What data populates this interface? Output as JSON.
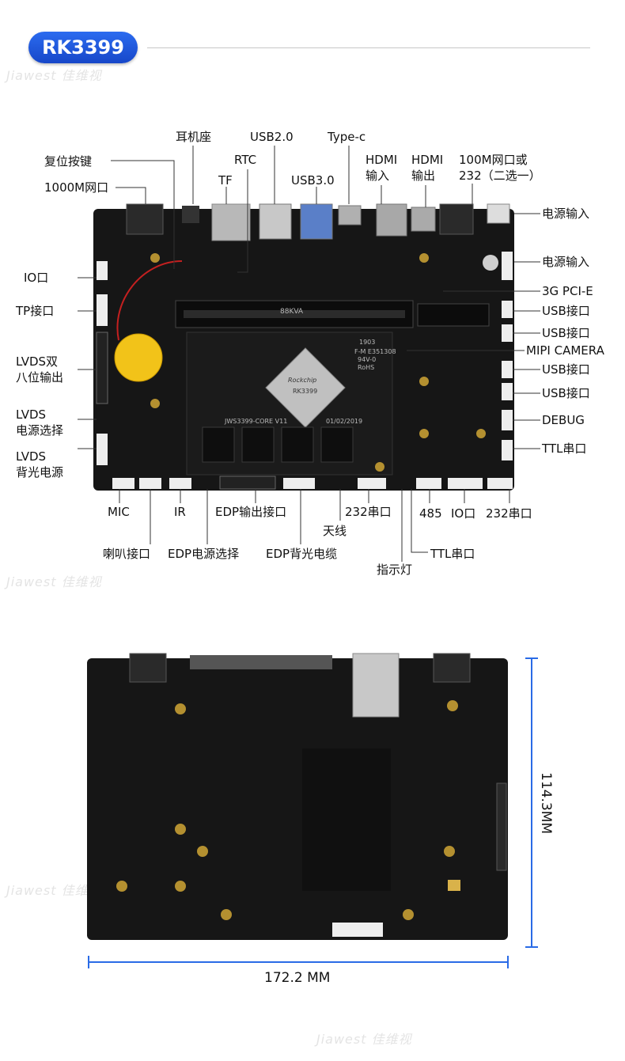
{
  "title": "RK3399",
  "watermark": "Jiawest 佳维视",
  "colors": {
    "accent": "#1f56dc",
    "board": "#141414",
    "dimension": "#2a6be6"
  },
  "front_labels": {
    "headphone": "耳机座",
    "usb20": "USB2.0",
    "typec": "Type-c",
    "reset": "复位按键",
    "rtc": "RTC",
    "hdmi_in": "HDMI\n输入",
    "hdmi_out": "HDMI\n输出",
    "eth_100m": "100M网口或\n232（二选一）",
    "eth_1000m": "1000M网口",
    "tf": "TF",
    "usb30": "USB3.0",
    "power_in_1": "电源输入",
    "power_in_2": "电源输入",
    "io_left": "IO口",
    "pcie_3g": "3G PCI-E",
    "tp": "TP接口",
    "usb_1": "USB接口",
    "usb_2": "USB接口",
    "mipi": "MIPI CAMERA",
    "lvds_dual": "LVDS双\n八位输出",
    "usb_3": "USB接口",
    "usb_4": "USB接口",
    "lvds_power": "LVDS\n电源选择",
    "debug": "DEBUG",
    "lvds_backlight": "LVDS\n背光电源",
    "ttl_right": "TTL串口",
    "mic": "MIC",
    "ir": "IR",
    "edp_out": "EDP输出接口",
    "rs232_1": "232串口",
    "rs485": "485",
    "io_bottom": "IO口",
    "rs232_2": "232串口",
    "antenna": "天线",
    "speaker": "喇叭接口",
    "edp_power": "EDP电源选择",
    "edp_backlight": "EDP背光电缆",
    "ttl_bottom": "TTL串口",
    "indicator": "指示灯"
  },
  "board_marks": {
    "ram_slot": "88KVA",
    "soc_brand": "Rockchip",
    "soc_model": "RK3399",
    "core_label": "JWS3399-CORE V11",
    "date_label": "01/02/2019",
    "chip_code_1": "1903",
    "chip_code_2": "F-M E351308",
    "chip_code_3": "94V-0",
    "rohs": "RoHS"
  },
  "dimensions": {
    "width": "172.2 MM",
    "height": "114.3MM"
  }
}
